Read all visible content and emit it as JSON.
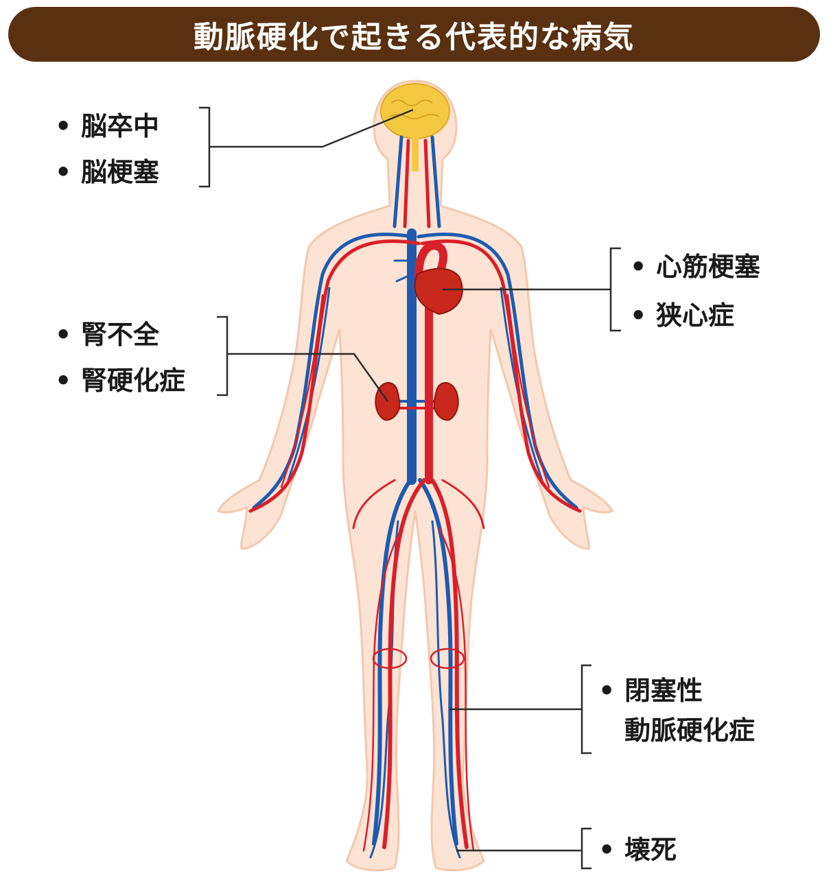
{
  "title": "動脈硬化で起きる代表的な病気",
  "labels": {
    "brain": {
      "items": [
        "脳卒中",
        "脳梗塞"
      ]
    },
    "kidney": {
      "items": [
        "腎不全",
        "腎硬化症"
      ]
    },
    "heart": {
      "items": [
        "心筋梗塞",
        "狭心症"
      ]
    },
    "legs": {
      "line1": "閉塞性",
      "line2": "動脈硬化症"
    },
    "foot": {
      "items": [
        "壊死"
      ]
    }
  },
  "bullet": "•",
  "colors": {
    "title_bg": "#5a3110",
    "title_text": "#ffffff",
    "skin": "#fde3d3",
    "skin_outline": "#f3c8ad",
    "artery": "#d8202a",
    "vein": "#1e5bb0",
    "brain": "#f5c842",
    "organ": "#c8281c",
    "leader_line": "#2a2a2a"
  }
}
